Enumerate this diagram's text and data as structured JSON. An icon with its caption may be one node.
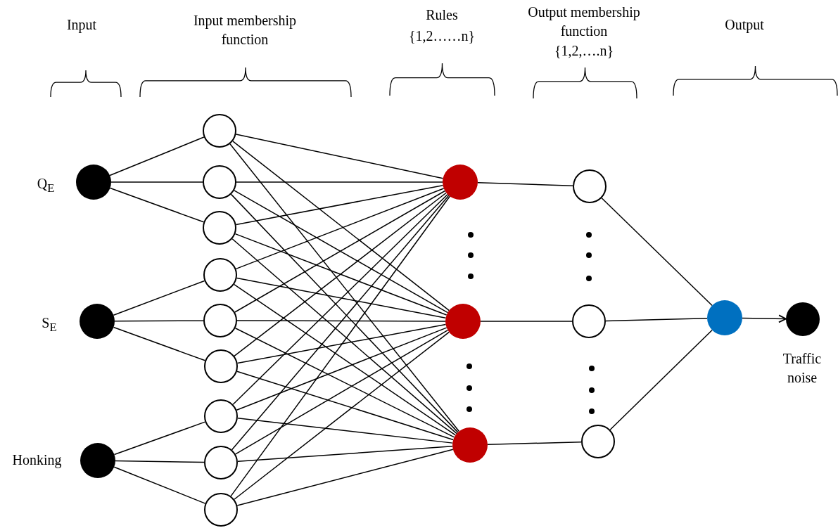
{
  "diagram": {
    "nodes": [
      {
        "text": [],
        "shape": "circle",
        "beside": [
          "Q$_{E}$"
        ]
      },
      {
        "text": [],
        "shape": "circle",
        "beside": [
          "S$_{E}$"
        ]
      },
      {
        "text": [],
        "shape": "circle",
        "beside": [
          "Honking"
        ]
      },
      {
        "text": [],
        "shape": "circle"
      },
      {
        "text": [],
        "shape": "circle"
      },
      {
        "text": [],
        "shape": "circle"
      },
      {
        "text": [],
        "shape": "circle"
      },
      {
        "text": [],
        "shape": "circle"
      },
      {
        "text": [],
        "shape": "circle"
      },
      {
        "text": [],
        "shape": "circle"
      },
      {
        "text": [],
        "shape": "circle"
      },
      {
        "text": [],
        "shape": "circle"
      },
      {
        "text": [],
        "shape": "circle"
      },
      {
        "text": [],
        "shape": "circle"
      },
      {
        "text": [],
        "shape": "circle"
      },
      {
        "text": [],
        "shape": "circle"
      },
      {
        "text": [],
        "shape": "circle"
      },
      {
        "text": [],
        "shape": "circle"
      },
      {
        "text": [],
        "shape": "circle"
      },
      {
        "text": [],
        "shape": "circle",
        "beside": [
          "Traffic noise"
        ]
      }
    ],
    "edges": [
      {
        "from": 0,
        "to": 3,
        "arrow": "none"
      },
      {
        "from": 0,
        "to": 4,
        "arrow": "none"
      },
      {
        "from": 0,
        "to": 5,
        "arrow": "none"
      },
      {
        "from": 1,
        "to": 6,
        "arrow": "none"
      },
      {
        "from": 1,
        "to": 7,
        "arrow": "none"
      },
      {
        "from": 1,
        "to": 8,
        "arrow": "none"
      },
      {
        "from": 2,
        "to": 9,
        "arrow": "none"
      },
      {
        "from": 2,
        "to": 10,
        "arrow": "none"
      },
      {
        "from": 2,
        "to": 11,
        "arrow": "none"
      },
      {
        "from": 3,
        "to": 12,
        "arrow": "none"
      },
      {
        "from": 3,
        "to": 13,
        "arrow": "none"
      },
      {
        "from": 3,
        "to": 14,
        "arrow": "none"
      },
      {
        "from": 4,
        "to": 12,
        "arrow": "none"
      },
      {
        "from": 4,
        "to": 13,
        "arrow": "none"
      },
      {
        "from": 4,
        "to": 14,
        "arrow": "none"
      },
      {
        "from": 5,
        "to": 12,
        "arrow": "none"
      },
      {
        "from": 5,
        "to": 13,
        "arrow": "none"
      },
      {
        "from": 5,
        "to": 14,
        "arrow": "none"
      },
      {
        "from": 6,
        "to": 12,
        "arrow": "none"
      },
      {
        "from": 6,
        "to": 13,
        "arrow": "none"
      },
      {
        "from": 6,
        "to": 14,
        "arrow": "none"
      },
      {
        "from": 7,
        "to": 12,
        "arrow": "none"
      },
      {
        "from": 7,
        "to": 13,
        "arrow": "none"
      },
      {
        "from": 7,
        "to": 14,
        "arrow": "none"
      },
      {
        "from": 8,
        "to": 12,
        "arrow": "none"
      },
      {
        "from": 8,
        "to": 13,
        "arrow": "none"
      },
      {
        "from": 8,
        "to": 14,
        "arrow": "none"
      },
      {
        "from": 9,
        "to": 12,
        "arrow": "none"
      },
      {
        "from": 9,
        "to": 13,
        "arrow": "none"
      },
      {
        "from": 9,
        "to": 14,
        "arrow": "none"
      },
      {
        "from": 10,
        "to": 12,
        "arrow": "none"
      },
      {
        "from": 10,
        "to": 13,
        "arrow": "none"
      },
      {
        "from": 10,
        "to": 14,
        "arrow": "none"
      },
      {
        "from": 11,
        "to": 12,
        "arrow": "none"
      },
      {
        "from": 11,
        "to": 13,
        "arrow": "none"
      },
      {
        "from": 11,
        "to": 14,
        "arrow": "none"
      },
      {
        "from": 12,
        "to": 15,
        "arrow": "none"
      },
      {
        "from": 13,
        "to": 16,
        "arrow": "none"
      },
      {
        "from": 14,
        "to": 17,
        "arrow": "none"
      },
      {
        "from": 15,
        "to": 18,
        "arrow": "none"
      },
      {
        "from": 16,
        "to": 18,
        "arrow": "none"
      },
      {
        "from": 17,
        "to": 18,
        "arrow": "none"
      },
      {
        "from": 18,
        "to": 19,
        "arrow": "to"
      }
    ],
    "labels": [
      "Input",
      "Input membership function",
      "Rules",
      "{1,2……n}",
      "Output membership function",
      "{1,2,….n}",
      "Output"
    ]
  }
}
